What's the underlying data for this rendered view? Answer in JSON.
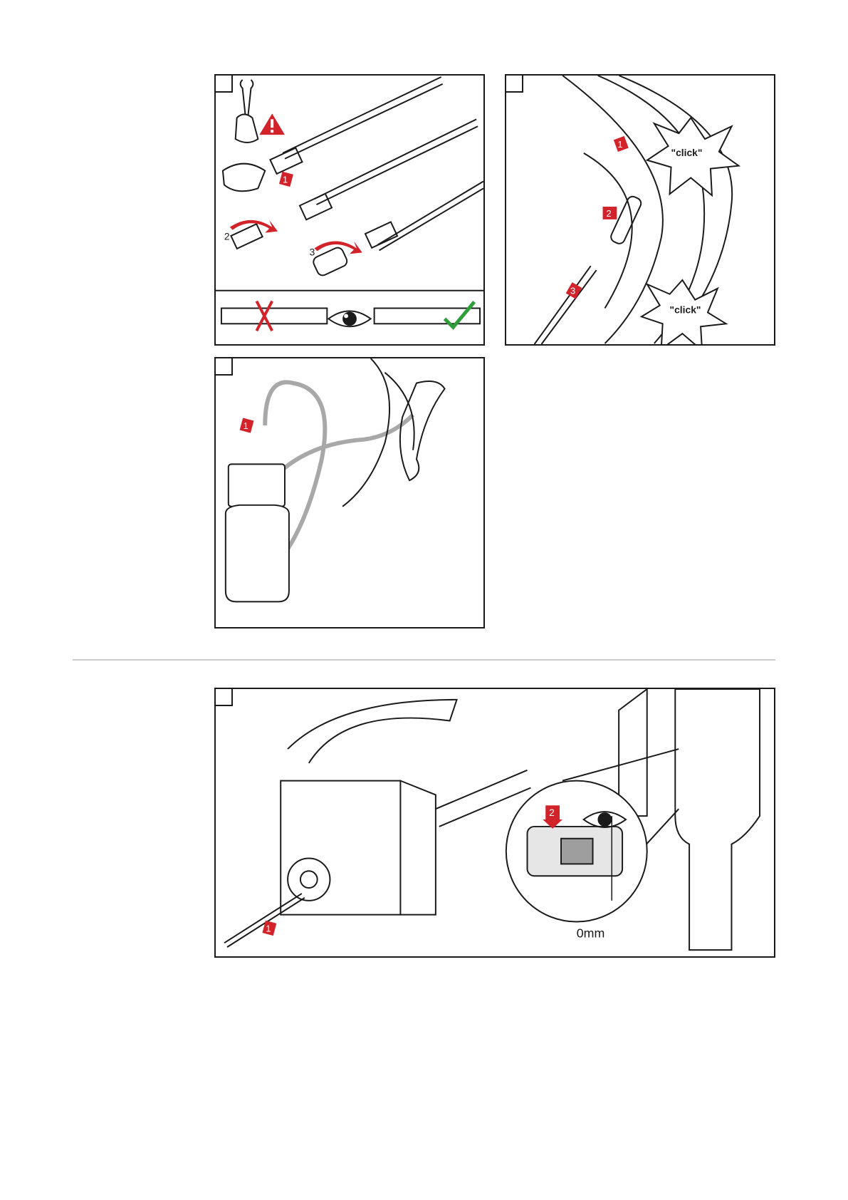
{
  "panel_1": {
    "badges": [
      "1",
      "2",
      "3"
    ]
  },
  "panel_2": {
    "badges": [
      "1",
      "2",
      "3"
    ],
    "callouts": [
      "\"click\"",
      "\"click\""
    ]
  },
  "panel_3": {
    "badges": [
      "1"
    ]
  },
  "panel_4": {
    "badges": [
      "1",
      "2"
    ],
    "measurement": "0mm"
  },
  "icons": [
    "wrench-icon",
    "warning-icon",
    "eye-icon",
    "cross-icon",
    "checkmark-icon"
  ],
  "colors": {
    "accent_red": "#d2232a",
    "check_green": "#2e9e3a",
    "line": "#1a1a1a",
    "hose": "#a8a8a8"
  }
}
